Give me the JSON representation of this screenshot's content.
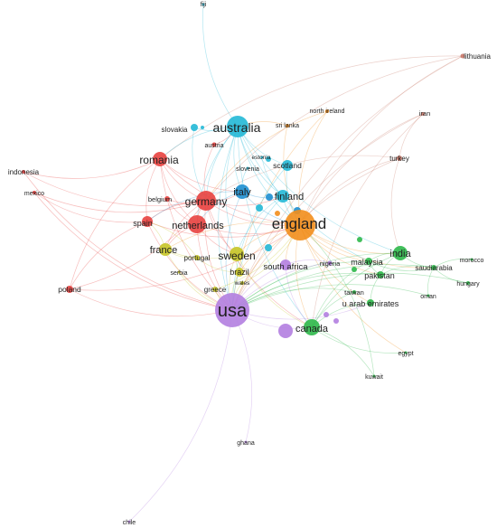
{
  "diagram": {
    "clusters": [
      {
        "id": "c1",
        "color": "#e8413f"
      },
      {
        "id": "c2",
        "color": "#22b8d6"
      },
      {
        "id": "c3",
        "color": "#1f8fd0"
      },
      {
        "id": "c4",
        "color": "#f28e1c"
      },
      {
        "id": "c5",
        "color": "#2db84a"
      },
      {
        "id": "c6",
        "color": "#b27ee0"
      },
      {
        "id": "c7",
        "color": "#c7c526"
      },
      {
        "id": "c8",
        "color": "#c97a6b"
      }
    ],
    "nodes": [
      {
        "id": "fiji",
        "label": "fiji",
        "cluster": "c2"
      },
      {
        "id": "lithuania",
        "label": "lithuania",
        "cluster": "c8"
      },
      {
        "id": "north_ireland",
        "label": "north ireland",
        "cluster": "c4"
      },
      {
        "id": "iran",
        "label": "iran",
        "cluster": "c8"
      },
      {
        "id": "sri_lanka",
        "label": "sri lanka",
        "cluster": "c4"
      },
      {
        "id": "australia",
        "label": "australia",
        "cluster": "c2"
      },
      {
        "id": "slovakia",
        "label": "slovakia",
        "cluster": "c2"
      },
      {
        "id": "austria",
        "label": "austria",
        "cluster": "c1"
      },
      {
        "id": "estonia",
        "label": "estonia",
        "cluster": "c2"
      },
      {
        "id": "slovenia",
        "label": "slovenia",
        "cluster": "c2"
      },
      {
        "id": "scotland",
        "label": "scotland",
        "cluster": "c2"
      },
      {
        "id": "turkey",
        "label": "turkey",
        "cluster": "c8"
      },
      {
        "id": "romania",
        "label": "romania",
        "cluster": "c1"
      },
      {
        "id": "indonesia",
        "label": "indonesia",
        "cluster": "c1"
      },
      {
        "id": "mexico",
        "label": "mexico",
        "cluster": "c1"
      },
      {
        "id": "belgium",
        "label": "belgium",
        "cluster": "c1"
      },
      {
        "id": "germany",
        "label": "germany",
        "cluster": "c1"
      },
      {
        "id": "italy",
        "label": "italy",
        "cluster": "c3"
      },
      {
        "id": "finland",
        "label": "finland",
        "cluster": "c2"
      },
      {
        "id": "spain",
        "label": "spain",
        "cluster": "c1"
      },
      {
        "id": "netherlands",
        "label": "netherlands",
        "cluster": "c1"
      },
      {
        "id": "england",
        "label": "england",
        "cluster": "c4"
      },
      {
        "id": "india",
        "label": "india",
        "cluster": "c5"
      },
      {
        "id": "france",
        "label": "france",
        "cluster": "c7"
      },
      {
        "id": "sweden",
        "label": "sweden",
        "cluster": "c7"
      },
      {
        "id": "portugal",
        "label": "portugal",
        "cluster": "c7"
      },
      {
        "id": "nigeria",
        "label": "nigeria",
        "cluster": "c6"
      },
      {
        "id": "malaysia",
        "label": "malaysia",
        "cluster": "c5"
      },
      {
        "id": "morocco",
        "label": "morocco",
        "cluster": "c5"
      },
      {
        "id": "saudiarabia",
        "label": "saudiarabia",
        "cluster": "c5"
      },
      {
        "id": "south_africa",
        "label": "south africa",
        "cluster": "c6"
      },
      {
        "id": "brazil",
        "label": "brazil",
        "cluster": "c7"
      },
      {
        "id": "pakistan",
        "label": "pakistan",
        "cluster": "c5"
      },
      {
        "id": "serbia",
        "label": "serbia",
        "cluster": "c7"
      },
      {
        "id": "wales",
        "label": "wales",
        "cluster": "c7"
      },
      {
        "id": "poland",
        "label": "poland",
        "cluster": "c1"
      },
      {
        "id": "hungary",
        "label": "hungary",
        "cluster": "c5"
      },
      {
        "id": "oman",
        "label": "oman",
        "cluster": "c5"
      },
      {
        "id": "greece",
        "label": "greece",
        "cluster": "c7"
      },
      {
        "id": "taiwan",
        "label": "taiwan",
        "cluster": "c5"
      },
      {
        "id": "usa",
        "label": "usa",
        "cluster": "c6"
      },
      {
        "id": "u_arab_emirates",
        "label": "u arab emirates",
        "cluster": "c5"
      },
      {
        "id": "canada",
        "label": "canada",
        "cluster": "c5"
      },
      {
        "id": "egypt",
        "label": "egypt",
        "cluster": "c5"
      },
      {
        "id": "kuwait",
        "label": "kuwait",
        "cluster": "c5"
      },
      {
        "id": "ghana",
        "label": "ghana",
        "cluster": "c6"
      },
      {
        "id": "chile",
        "label": "chile",
        "cluster": "c6"
      }
    ],
    "edges": [
      [
        "fiji",
        "australia"
      ],
      [
        "lithuania",
        "england"
      ],
      [
        "lithuania",
        "usa"
      ],
      [
        "lithuania",
        "germany"
      ],
      [
        "lithuania",
        "romania"
      ],
      [
        "iran",
        "england"
      ],
      [
        "iran",
        "usa"
      ],
      [
        "iran",
        "canada"
      ],
      [
        "iran",
        "turkey"
      ],
      [
        "turkey",
        "england"
      ],
      [
        "turkey",
        "usa"
      ],
      [
        "turkey",
        "germany"
      ],
      [
        "turkey",
        "india"
      ],
      [
        "north_ireland",
        "england"
      ],
      [
        "north_ireland",
        "germany"
      ],
      [
        "north_ireland",
        "usa"
      ],
      [
        "sri_lanka",
        "england"
      ],
      [
        "sri_lanka",
        "australia"
      ],
      [
        "australia",
        "england"
      ],
      [
        "australia",
        "usa"
      ],
      [
        "australia",
        "canada"
      ],
      [
        "australia",
        "germany"
      ],
      [
        "australia",
        "italy"
      ],
      [
        "australia",
        "finland"
      ],
      [
        "australia",
        "netherlands"
      ],
      [
        "australia",
        "scotland"
      ],
      [
        "australia",
        "india"
      ],
      [
        "australia",
        "malaysia"
      ],
      [
        "australia",
        "romania"
      ],
      [
        "australia",
        "sweden"
      ],
      [
        "slovakia",
        "australia"
      ],
      [
        "slovakia",
        "germany"
      ],
      [
        "austria",
        "germany"
      ],
      [
        "austria",
        "australia"
      ],
      [
        "estonia",
        "finland"
      ],
      [
        "slovenia",
        "italy"
      ],
      [
        "scotland",
        "england"
      ],
      [
        "scotland",
        "usa"
      ],
      [
        "romania",
        "germany"
      ],
      [
        "romania",
        "spain"
      ],
      [
        "romania",
        "italy"
      ],
      [
        "romania",
        "usa"
      ],
      [
        "romania",
        "england"
      ],
      [
        "romania",
        "netherlands"
      ],
      [
        "romania",
        "poland"
      ],
      [
        "indonesia",
        "romania"
      ],
      [
        "indonesia",
        "germany"
      ],
      [
        "indonesia",
        "usa"
      ],
      [
        "mexico",
        "spain"
      ],
      [
        "mexico",
        "usa"
      ],
      [
        "mexico",
        "germany"
      ],
      [
        "belgium",
        "germany"
      ],
      [
        "belgium",
        "netherlands"
      ],
      [
        "germany",
        "england"
      ],
      [
        "germany",
        "usa"
      ],
      [
        "germany",
        "italy"
      ],
      [
        "germany",
        "netherlands"
      ],
      [
        "germany",
        "spain"
      ],
      [
        "germany",
        "france"
      ],
      [
        "germany",
        "sweden"
      ],
      [
        "germany",
        "canada"
      ],
      [
        "germany",
        "finland"
      ],
      [
        "italy",
        "england"
      ],
      [
        "italy",
        "usa"
      ],
      [
        "italy",
        "finland"
      ],
      [
        "italy",
        "spain"
      ],
      [
        "italy",
        "netherlands"
      ],
      [
        "finland",
        "england"
      ],
      [
        "finland",
        "usa"
      ],
      [
        "finland",
        "sweden"
      ],
      [
        "spain",
        "usa"
      ],
      [
        "spain",
        "england"
      ],
      [
        "spain",
        "poland"
      ],
      [
        "netherlands",
        "england"
      ],
      [
        "netherlands",
        "usa"
      ],
      [
        "netherlands",
        "france"
      ],
      [
        "netherlands",
        "sweden"
      ],
      [
        "england",
        "usa"
      ],
      [
        "england",
        "canada"
      ],
      [
        "england",
        "india"
      ],
      [
        "england",
        "malaysia"
      ],
      [
        "england",
        "pakistan"
      ],
      [
        "england",
        "saudiarabia"
      ],
      [
        "england",
        "u_arab_emirates"
      ],
      [
        "england",
        "south_africa"
      ],
      [
        "england",
        "sweden"
      ],
      [
        "england",
        "france"
      ],
      [
        "england",
        "brazil"
      ],
      [
        "england",
        "nigeria"
      ],
      [
        "england",
        "egypt"
      ],
      [
        "india",
        "usa"
      ],
      [
        "india",
        "canada"
      ],
      [
        "india",
        "malaysia"
      ],
      [
        "india",
        "pakistan"
      ],
      [
        "india",
        "saudiarabia"
      ],
      [
        "france",
        "usa"
      ],
      [
        "france",
        "spain"
      ],
      [
        "france",
        "sweden"
      ],
      [
        "france",
        "portugal"
      ],
      [
        "sweden",
        "usa"
      ],
      [
        "sweden",
        "canada"
      ],
      [
        "sweden",
        "brazil"
      ],
      [
        "portugal",
        "brazil"
      ],
      [
        "portugal",
        "spain"
      ],
      [
        "nigeria",
        "usa"
      ],
      [
        "nigeria",
        "south_africa"
      ],
      [
        "malaysia",
        "usa"
      ],
      [
        "malaysia",
        "pakistan"
      ],
      [
        "malaysia",
        "saudiarabia"
      ],
      [
        "malaysia",
        "canada"
      ],
      [
        "morocco",
        "saudiarabia"
      ],
      [
        "saudiarabia",
        "usa"
      ],
      [
        "saudiarabia",
        "pakistan"
      ],
      [
        "saudiarabia",
        "hungary"
      ],
      [
        "saudiarabia",
        "oman"
      ],
      [
        "south_africa",
        "usa"
      ],
      [
        "south_africa",
        "canada"
      ],
      [
        "brazil",
        "usa"
      ],
      [
        "pakistan",
        "usa"
      ],
      [
        "pakistan",
        "u_arab_emirates"
      ],
      [
        "serbia",
        "usa"
      ],
      [
        "wales",
        "usa"
      ],
      [
        "wales",
        "england"
      ],
      [
        "poland",
        "usa"
      ],
      [
        "poland",
        "germany"
      ],
      [
        "poland",
        "england"
      ],
      [
        "hungary",
        "usa"
      ],
      [
        "oman",
        "usa"
      ],
      [
        "greece",
        "usa"
      ],
      [
        "greece",
        "england"
      ],
      [
        "taiwan",
        "usa"
      ],
      [
        "taiwan",
        "canada"
      ],
      [
        "usa",
        "canada"
      ],
      [
        "usa",
        "u_arab_emirates"
      ],
      [
        "u_arab_emirates",
        "canada"
      ],
      [
        "canada",
        "egypt"
      ],
      [
        "kuwait",
        "canada"
      ],
      [
        "kuwait",
        "england"
      ],
      [
        "ghana",
        "usa"
      ],
      [
        "chile",
        "usa"
      ]
    ]
  }
}
